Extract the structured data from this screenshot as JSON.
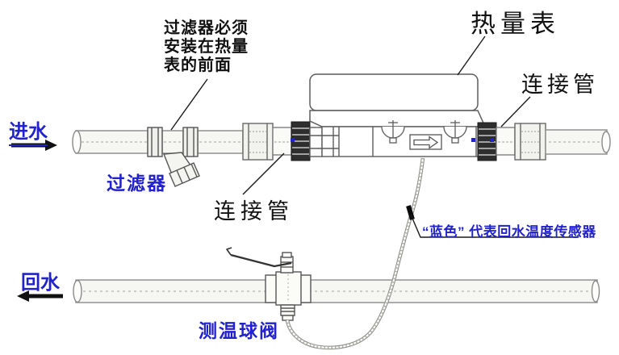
{
  "colors": {
    "label_blue": "#2222cc",
    "line_dark": "#1a1a1a",
    "pipe_stroke": "#8a8a8a",
    "pipe_fill": "#f5f5f1"
  },
  "labels": {
    "filter_note_lines": [
      "过滤器必须",
      "安装在热量",
      "表的前面"
    ],
    "heat_meter": "热量表",
    "connector_right": "连接管",
    "connector_left": "连接管",
    "inlet": "进水",
    "return_water": "回水",
    "filter": "过滤器",
    "ball_valve": "测温球阀",
    "sensor_note": "“蓝色” 代表回水温度传感器"
  },
  "diagram": {
    "top_line_flow": "right",
    "bottom_line_flow": "left"
  }
}
